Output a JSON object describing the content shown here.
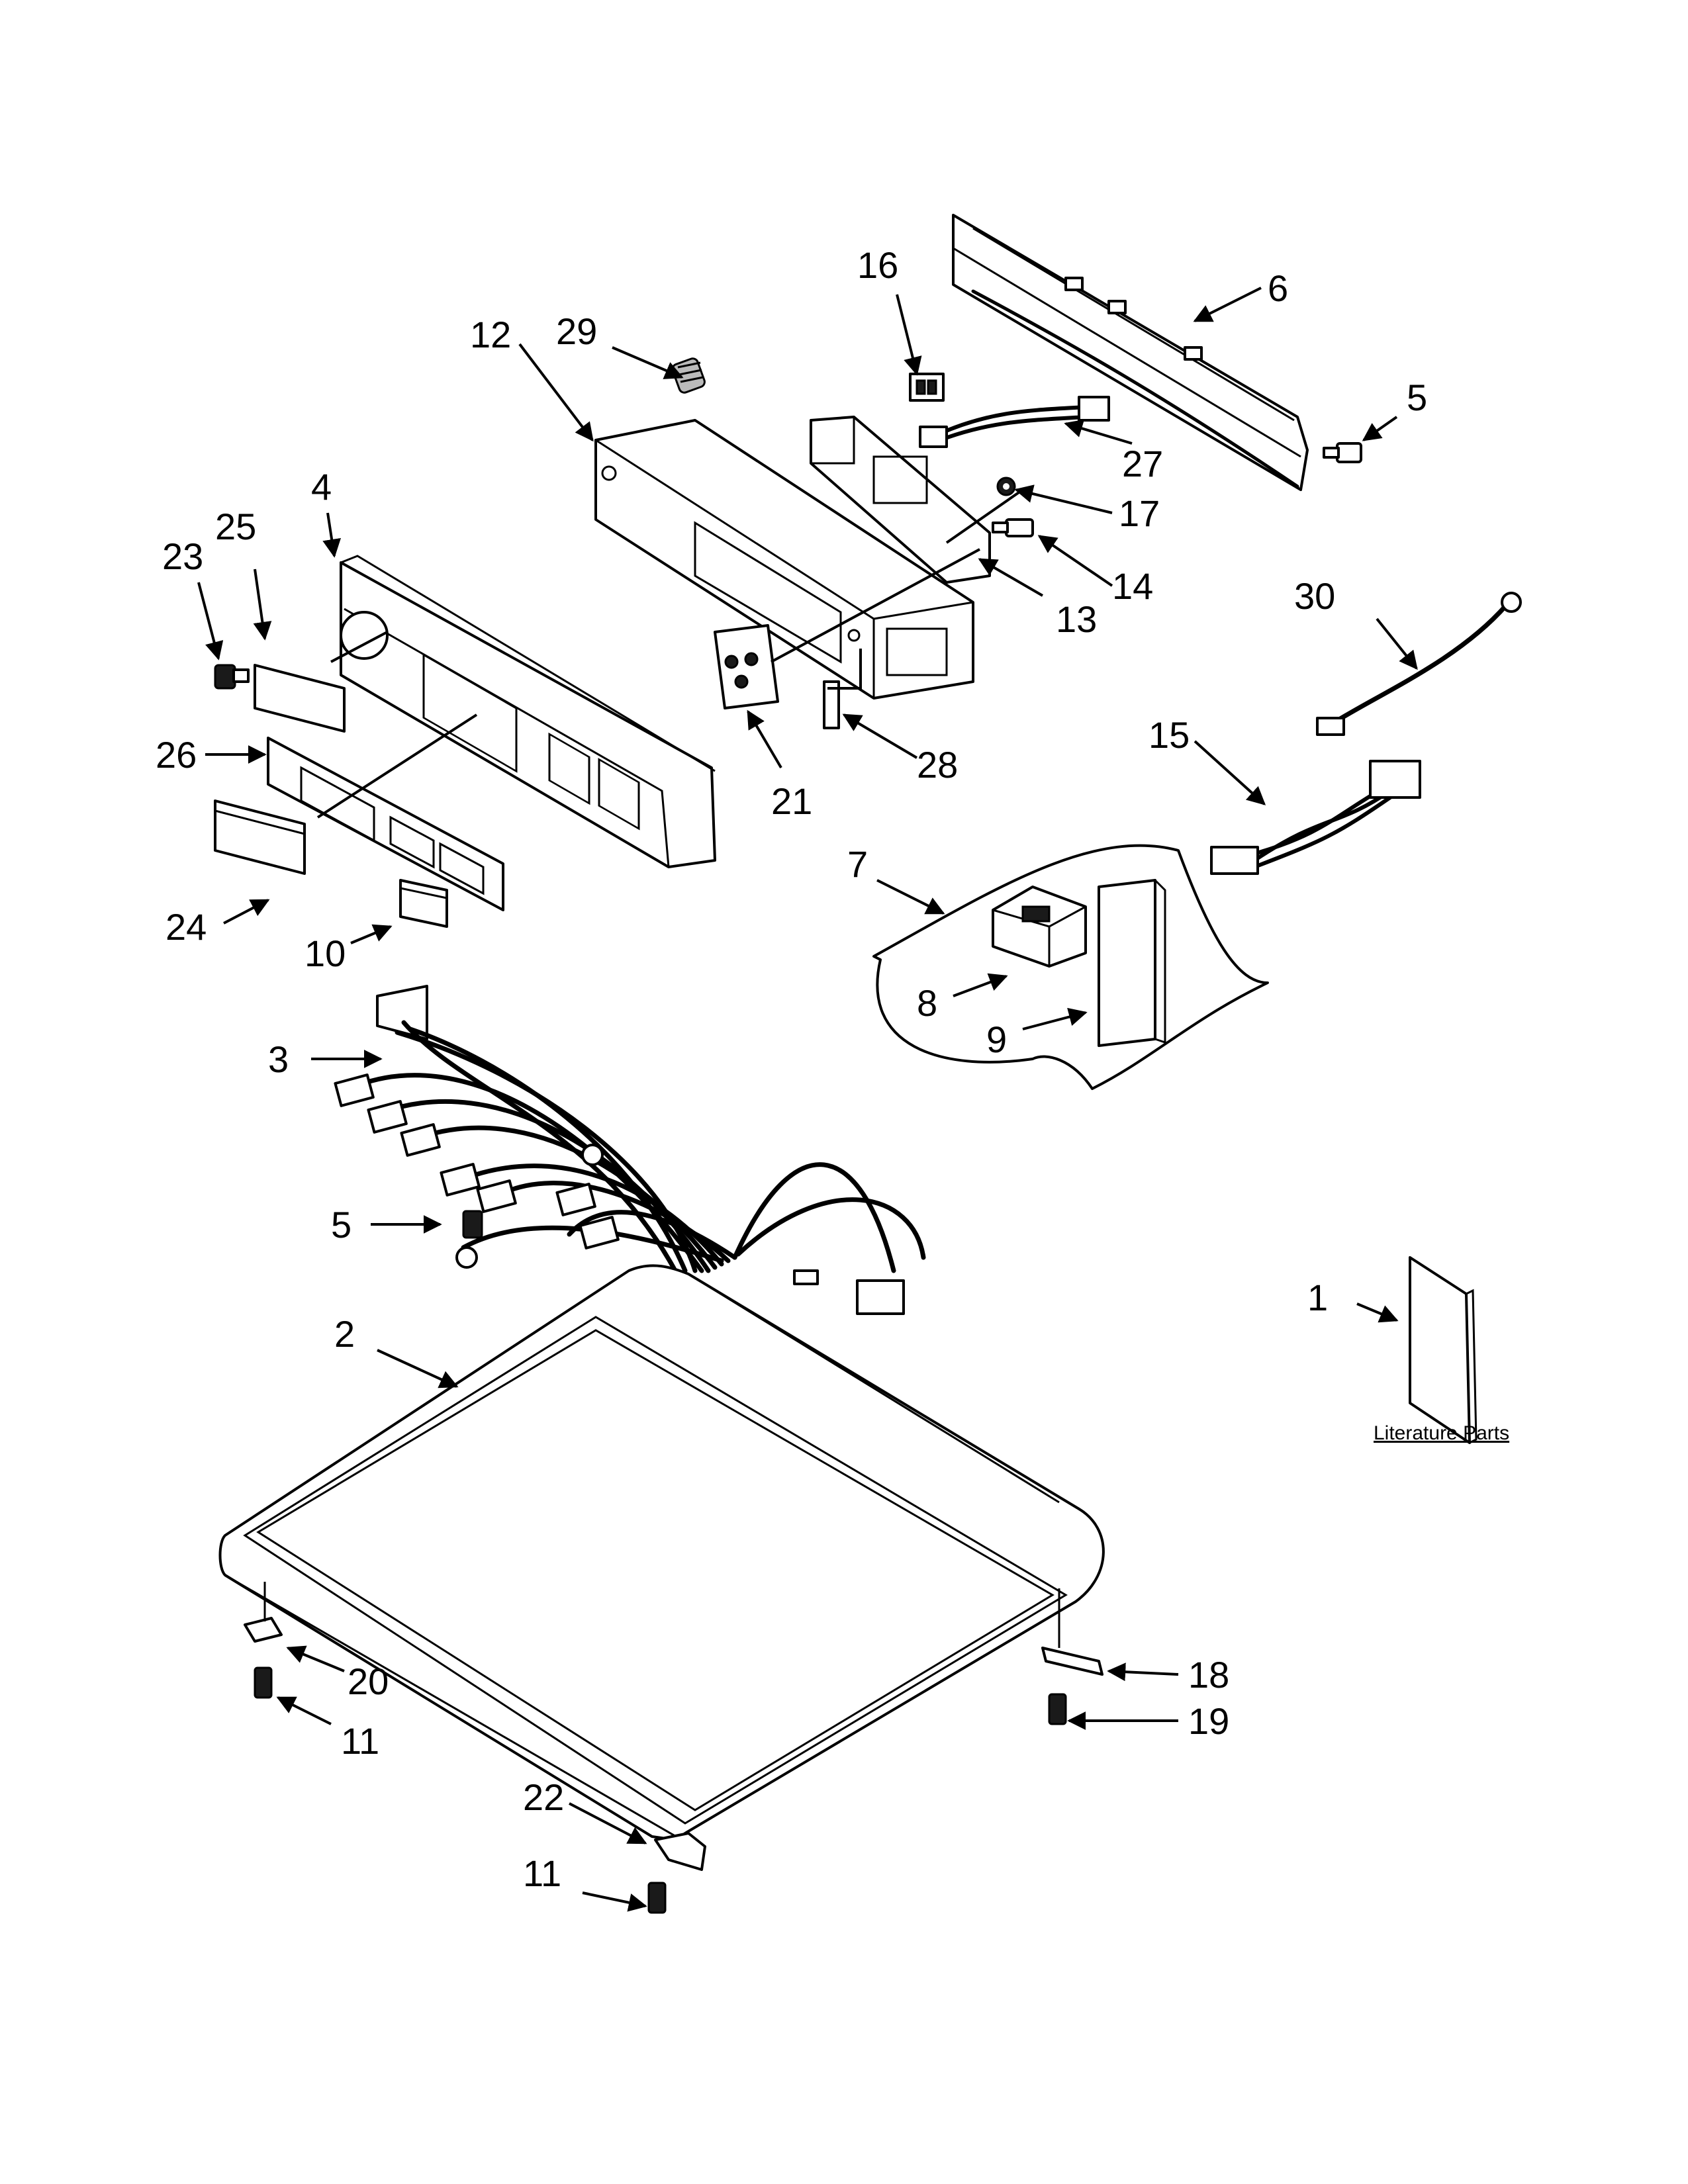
{
  "callouts": [
    {
      "id": "1",
      "text": "1"
    },
    {
      "id": "2",
      "text": "2"
    },
    {
      "id": "3",
      "text": "3"
    },
    {
      "id": "4",
      "text": "4"
    },
    {
      "id": "5a",
      "text": "5"
    },
    {
      "id": "5b",
      "text": "5"
    },
    {
      "id": "6",
      "text": "6"
    },
    {
      "id": "7",
      "text": "7"
    },
    {
      "id": "8",
      "text": "8"
    },
    {
      "id": "9",
      "text": "9"
    },
    {
      "id": "10",
      "text": "10"
    },
    {
      "id": "11a",
      "text": "11"
    },
    {
      "id": "11b",
      "text": "11"
    },
    {
      "id": "12",
      "text": "12"
    },
    {
      "id": "13",
      "text": "13"
    },
    {
      "id": "14",
      "text": "14"
    },
    {
      "id": "15",
      "text": "15"
    },
    {
      "id": "16",
      "text": "16"
    },
    {
      "id": "17",
      "text": "17"
    },
    {
      "id": "18",
      "text": "18"
    },
    {
      "id": "19",
      "text": "19"
    },
    {
      "id": "20",
      "text": "20"
    },
    {
      "id": "21",
      "text": "21"
    },
    {
      "id": "22",
      "text": "22"
    },
    {
      "id": "23",
      "text": "23"
    },
    {
      "id": "24",
      "text": "24"
    },
    {
      "id": "25",
      "text": "25"
    },
    {
      "id": "26",
      "text": "26"
    },
    {
      "id": "27",
      "text": "27"
    },
    {
      "id": "28",
      "text": "28"
    },
    {
      "id": "29",
      "text": "29"
    },
    {
      "id": "30",
      "text": "30"
    }
  ],
  "literature_label": "Literature Parts"
}
